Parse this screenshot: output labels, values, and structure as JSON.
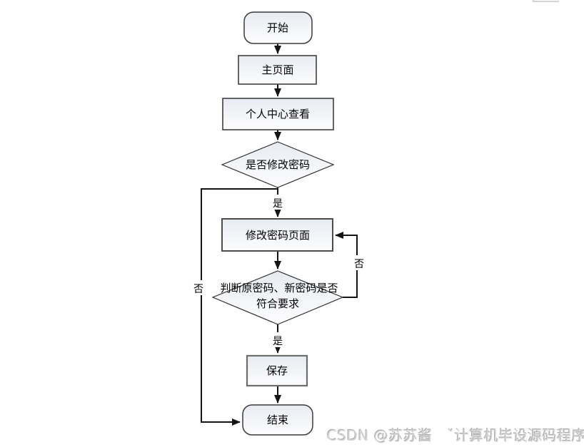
{
  "flowchart": {
    "nodes": {
      "start": {
        "type": "terminator",
        "label": "开始"
      },
      "main_page": {
        "type": "process",
        "label": "主页面"
      },
      "personal_center": {
        "type": "process",
        "label": "个人中心查看"
      },
      "decision_change_password": {
        "type": "decision",
        "label": "是否修改密码"
      },
      "change_password_page": {
        "type": "process",
        "label": "修改密码页面"
      },
      "decision_validate": {
        "type": "decision",
        "label": "判断原密码、新密码是否符合要求",
        "line1": "判断原密码、新密码是否",
        "line2": "符合要求"
      },
      "save": {
        "type": "process",
        "label": "保存"
      },
      "end": {
        "type": "terminator",
        "label": "结束"
      }
    },
    "edge_labels": {
      "yes_after_decision1": "是",
      "yes_after_decision2": "是",
      "no_left_loop": "否",
      "no_right_loop": "否"
    },
    "colors": {
      "connector": "#141414",
      "node_border": "#3f3f3f",
      "node_fill_top": "#e7ebf1",
      "node_fill_bottom": "#fdfdfe",
      "text": "#000000"
    }
  },
  "watermark": {
    "text": "CSDN @苏苏酱　ˇ计算机毕设源码程序"
  },
  "artifact": {
    "top_right_line_color": "#c6c6c6"
  }
}
